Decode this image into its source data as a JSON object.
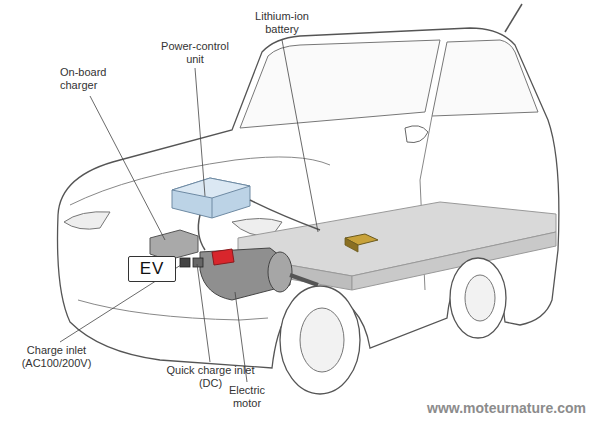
{
  "diagram": {
    "nodes": [
      {
        "text": [
          "EV"
        ]
      }
    ],
    "edges": [],
    "labels": [
      "Lithium-ion battery",
      "Power-control unit",
      "On-board charger",
      "Charge inlet (AC100/200V)",
      "Quick charge inlet (DC)",
      "Electric motor",
      "www.moteurnature.com"
    ]
  }
}
